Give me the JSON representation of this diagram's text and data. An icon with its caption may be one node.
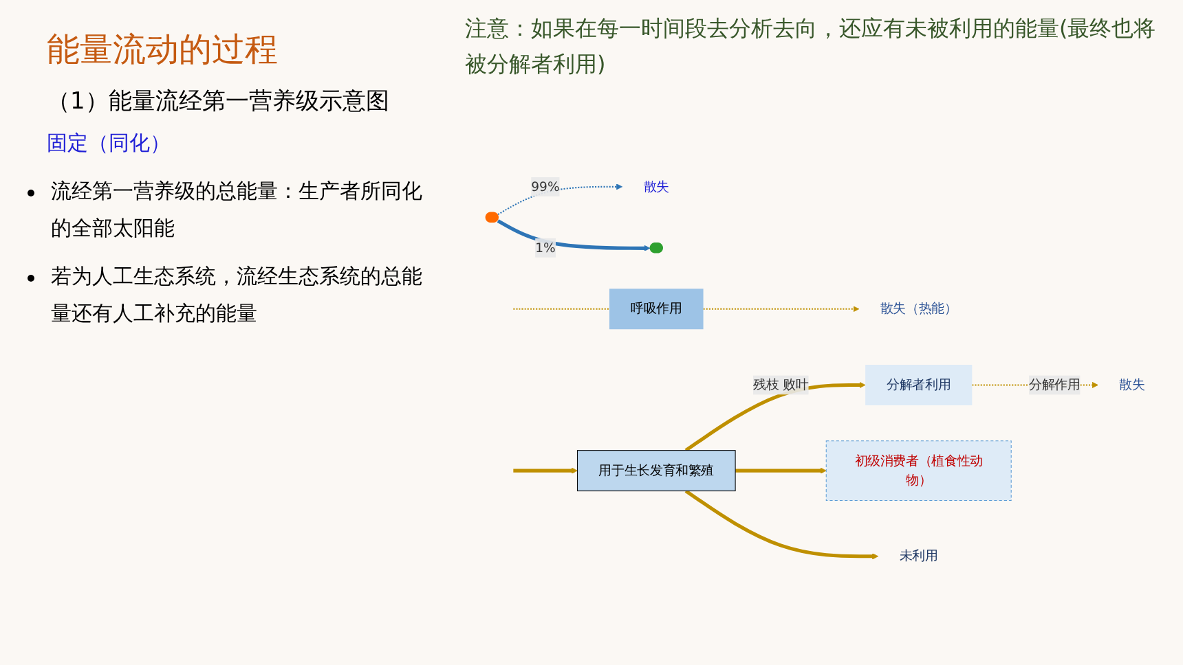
{
  "diagram": {
    "title": "能量流动的过程",
    "nodes": [
      {
        "text": [],
        "shape": "picture"
      },
      {
        "text": [
          "散失"
        ]
      },
      {
        "text": [],
        "shape": "picture"
      },
      {
        "text": [
          "散失（热能）"
        ]
      },
      {
        "text": [
          "呼吸作用"
        ]
      },
      {
        "text": [
          "分解者利用"
        ]
      },
      {
        "text": [
          "散失"
        ]
      },
      {
        "text": [
          "用于生长发育和繁殖"
        ]
      },
      {
        "text": [
          "初级消费者（植食性动物）"
        ]
      },
      {
        "text": [
          "未利用"
        ]
      }
    ],
    "edges": [
      {
        "from": 0,
        "to": 1,
        "arrow": "to",
        "label": "99%",
        "style": "dashed",
        "color": "#2e75b6"
      },
      {
        "from": 0,
        "to": 2,
        "arrow": "to",
        "label": "1%",
        "color": "#2e75b6"
      },
      {
        "from": null,
        "to": 7,
        "arrow": "to"
      },
      {
        "from": null,
        "to": 4,
        "arrow": "none",
        "style": "dashed"
      },
      {
        "from": 4,
        "to": 3,
        "arrow": "to",
        "style": "dashed"
      },
      {
        "from": 7,
        "to": 5,
        "arrow": "to",
        "label": "残枝 败叶"
      },
      {
        "from": 5,
        "to": 6,
        "arrow": "to",
        "label": "分解作用",
        "style": "dashed"
      },
      {
        "from": 7,
        "to": 8,
        "arrow": "to"
      },
      {
        "from": 7,
        "to": 9,
        "arrow": "to"
      }
    ],
    "labels": [
      "（1）能量流经第一营养级示意图",
      "固定（同化）",
      "注意：如果在每一时间段去分析去向，还应有未被利用的能量(最终也将被分解者利用)",
      "流经第一营养级的总能量：生产者所同化的全部太阳能",
      "若为人工生态系统，流经生态系统的总能量还有人工补充的能量"
    ]
  }
}
